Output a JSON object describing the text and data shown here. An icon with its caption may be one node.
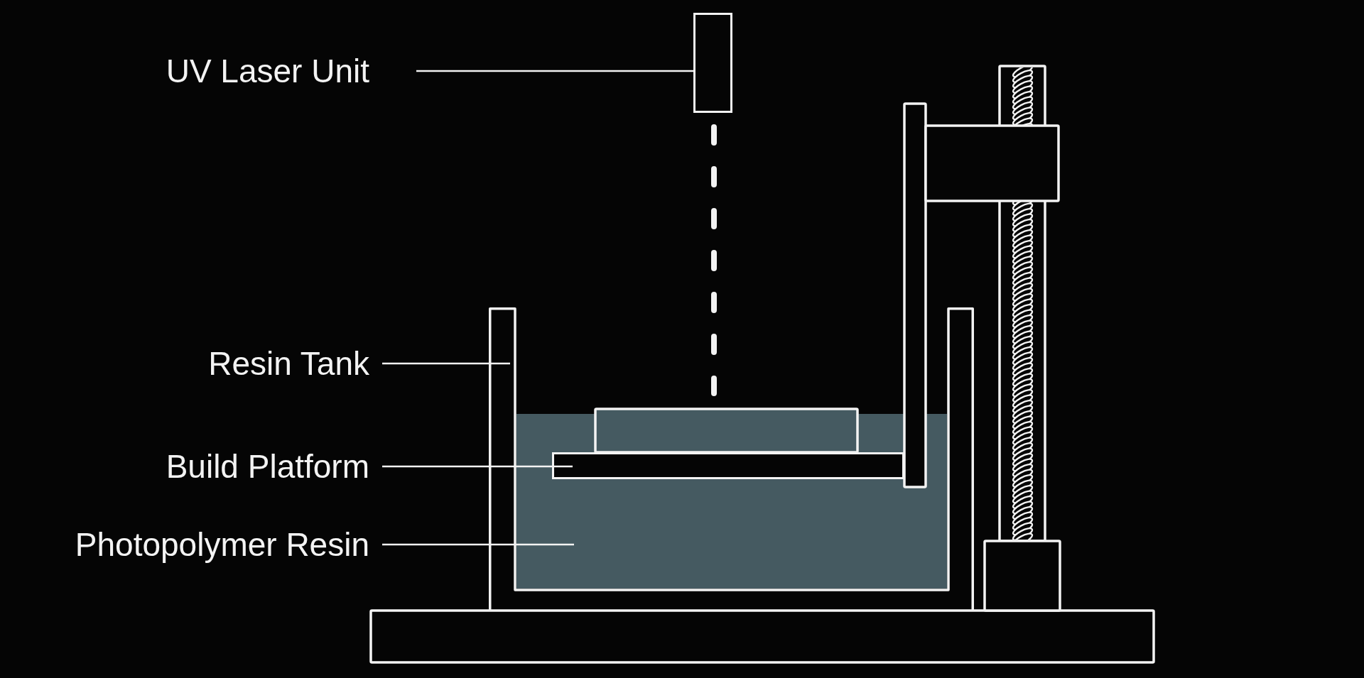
{
  "diagram": {
    "nodes": [
      {
        "text": [
          "UV Laser Unit"
        ]
      },
      {
        "text": [],
        "shape": "box"
      },
      {
        "text": [
          "Resin Tank"
        ]
      },
      {
        "text": [],
        "shape": "tank"
      },
      {
        "text": [
          "Build Platform"
        ]
      },
      {
        "text": [
          "Photopolymer Resin"
        ]
      },
      {
        "text": [],
        "shape": "box",
        "in": 3
      },
      {
        "text": [],
        "shape": "bar",
        "in": 6
      }
    ],
    "edges": [
      {
        "from": 0,
        "to": 1,
        "arrow": "none"
      },
      {
        "from": 2,
        "to": 3,
        "arrow": "none"
      },
      {
        "from": 4,
        "to": 7,
        "arrow": "none"
      },
      {
        "from": 5,
        "to": 6,
        "arrow": "none"
      }
    ]
  }
}
